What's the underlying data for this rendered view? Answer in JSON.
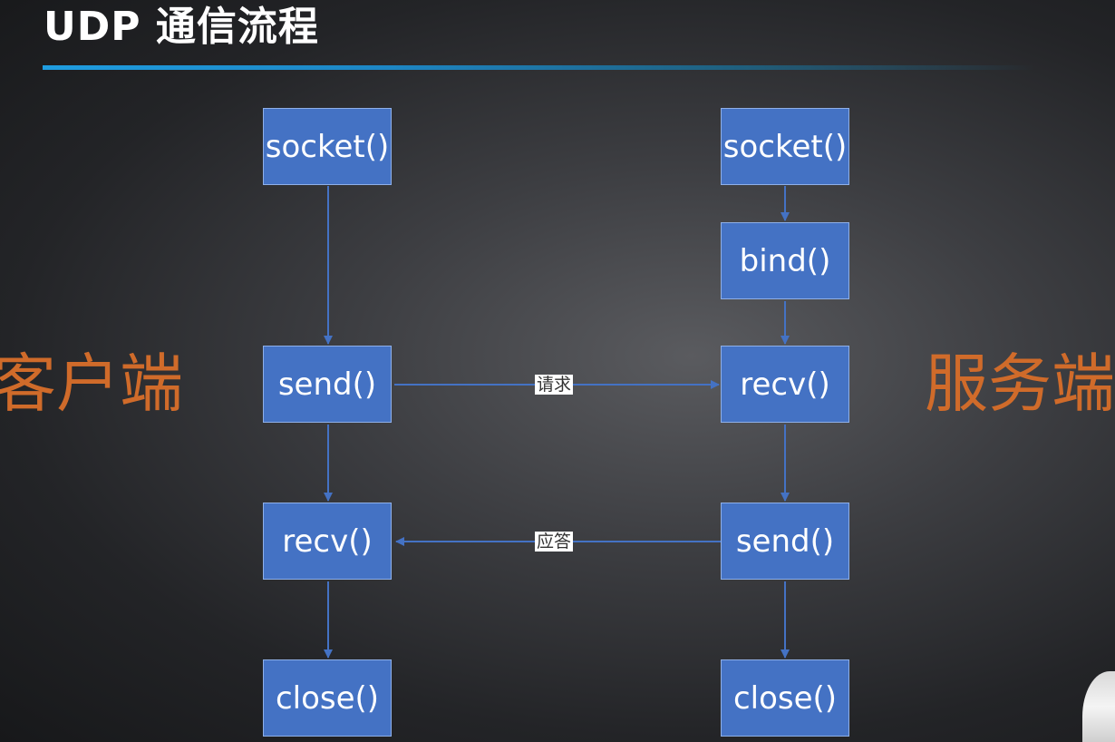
{
  "slide": {
    "title": "UDP 通信流程",
    "client_label": "客户端",
    "server_label": "服务端"
  },
  "client": {
    "steps": [
      "socket()",
      "send()",
      "recv()",
      "close()"
    ]
  },
  "server": {
    "steps": [
      "socket()",
      "bind()",
      "recv()",
      "send()",
      "close()"
    ]
  },
  "messages": {
    "request": "请求",
    "response": "应答"
  },
  "colors": {
    "box_fill": "#4472c4",
    "arrow": "#4472c4",
    "side_label": "#d06b2a",
    "title_rule": "#1f9de0"
  }
}
